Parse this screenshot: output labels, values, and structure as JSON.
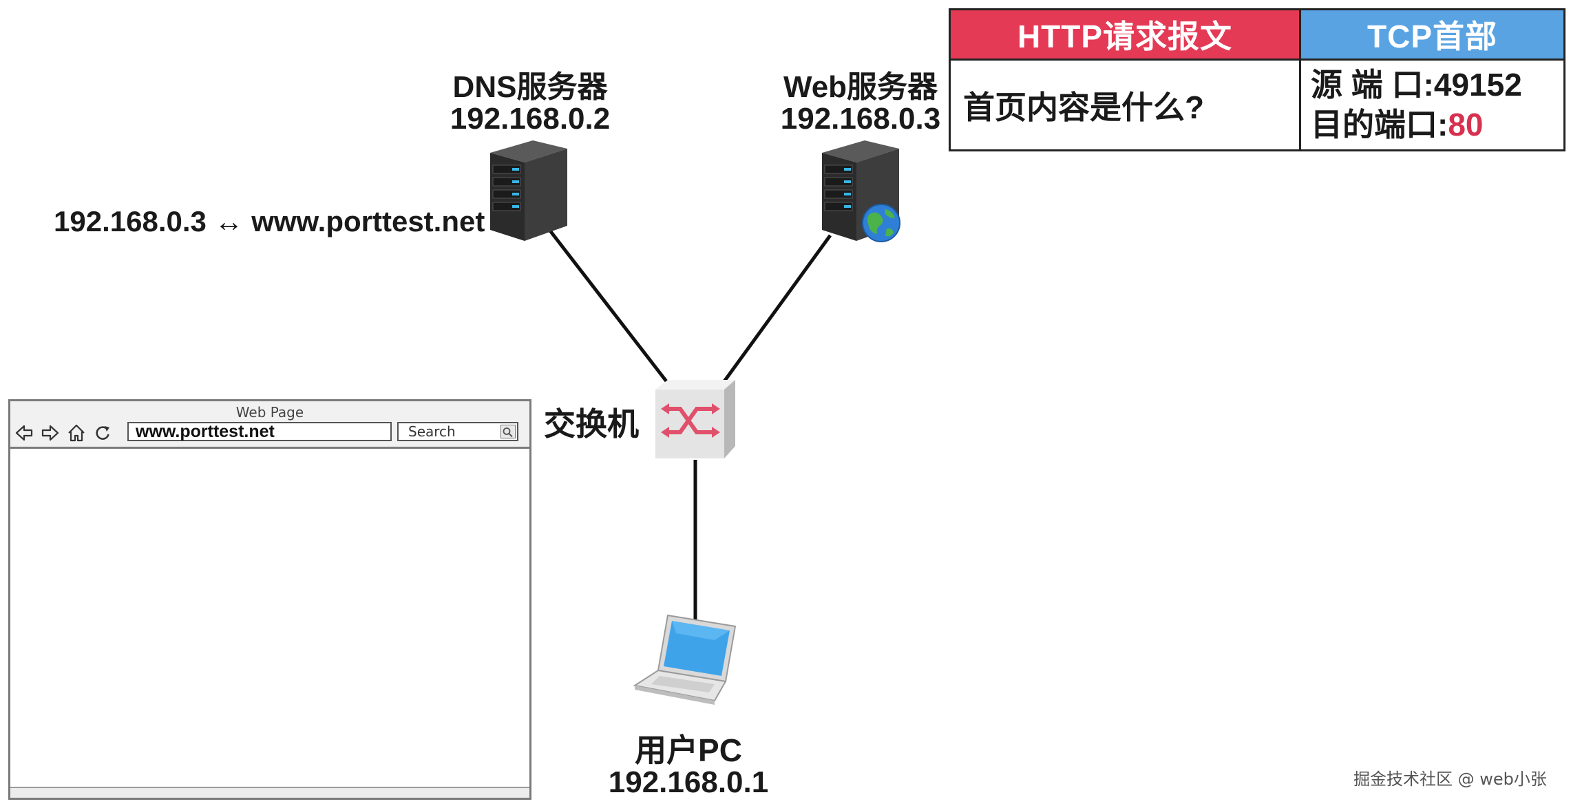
{
  "dns_server": {
    "name": "DNS服务器",
    "ip": "192.168.0.2",
    "mapping": "192.168.0.3 ↔ www.porttest.net",
    "icon": "server-icon"
  },
  "web_server": {
    "name": "Web服务器",
    "ip": "192.168.0.3",
    "icon": "web-server-globe-icon"
  },
  "switch": {
    "name": "交换机",
    "icon": "switch-icon",
    "accent": "#e0506b"
  },
  "user_pc": {
    "name": "用户PC",
    "ip": "192.168.0.1",
    "icon": "laptop-icon"
  },
  "browser": {
    "title": "Web Page",
    "address": "www.porttest.net",
    "search_placeholder": "Search",
    "nav_icons": [
      "back-icon",
      "forward-icon",
      "home-icon",
      "refresh-icon"
    ]
  },
  "message_table": {
    "http_header": "HTTP请求报文",
    "tcp_header": "TCP首部",
    "http_content": "首页内容是什么?",
    "source_port_label": "源 端 口:",
    "source_port": "49152",
    "dest_port_label": "目的端口:",
    "dest_port": "80",
    "colors": {
      "http_header_bg": "#e43a55",
      "tcp_header_bg": "#5aa3e3",
      "dest_port": "#d7314f"
    }
  },
  "watermark": "掘金技术社区 @ web小张"
}
